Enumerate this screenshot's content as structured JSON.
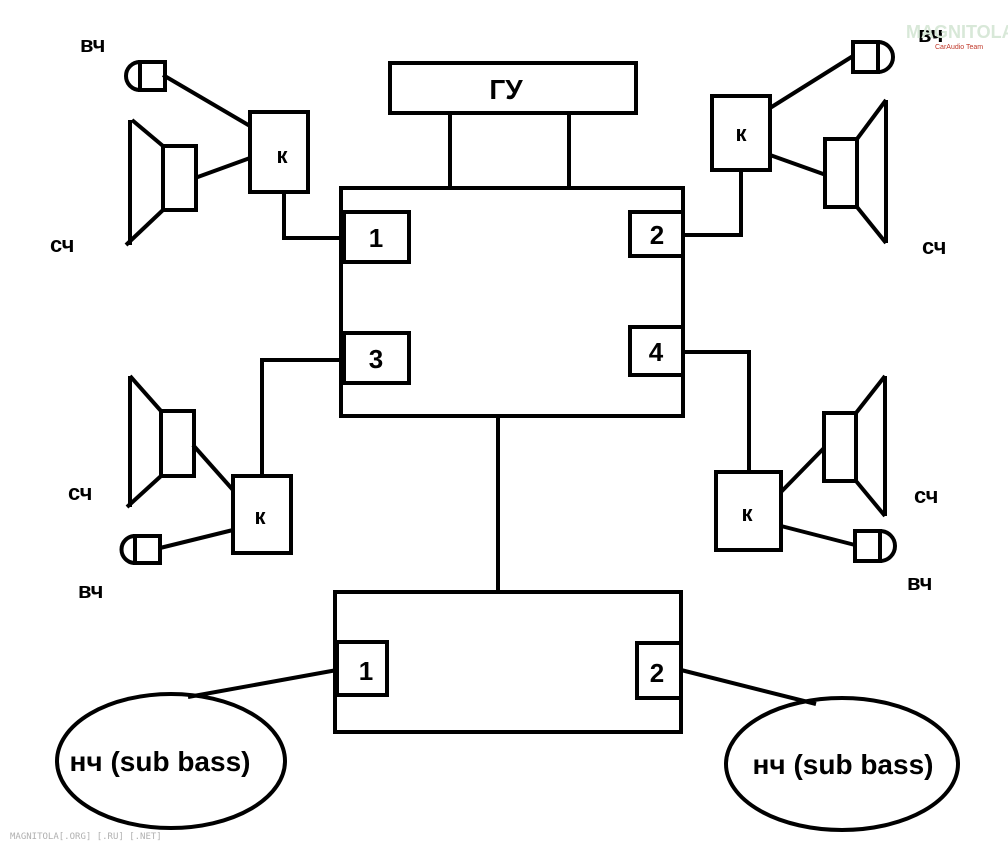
{
  "head_unit": {
    "label": "ГУ"
  },
  "amp_main": {
    "channels": [
      "1",
      "2",
      "3",
      "4"
    ]
  },
  "amp_sub": {
    "channels": [
      "1",
      "2"
    ]
  },
  "crossover_label": "к",
  "labels": {
    "tweeter": "вч",
    "midrange": "сч",
    "subwoofer": "нч (sub bass)"
  },
  "watermark": {
    "bottom": "MAGNITOLA[.ORG] [.RU] [.NET]",
    "logo": "MAGNITOLA",
    "logo_sub": "CarAudio Team"
  },
  "colors": {
    "line": "#000000",
    "background": "#ffffff",
    "logo_accent": "#c0392b"
  }
}
